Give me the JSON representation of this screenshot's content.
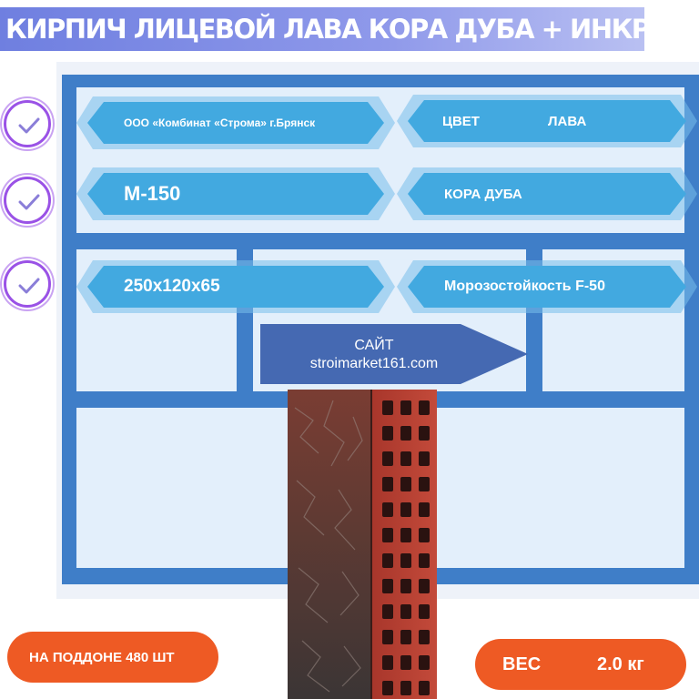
{
  "title": "КИРПИЧ ЛИЦЕВОЙ ЛАВА КОРА ДУБА + ИНКРУСТАЦИЯ",
  "labels": {
    "manufacturer": "ООО «Комбинат «Строма» г.Брянск",
    "color_label": "ЦВЕТ",
    "color_value": "ЛАВА",
    "grade": "М-150",
    "texture": "КОРА ДУБА",
    "size": "250х120х65",
    "frost": "Морозостойкость  F-50"
  },
  "site": {
    "label": "САЙТ",
    "url": "stroimarket161.com"
  },
  "badges": {
    "pallet": "НА ПОДДОНЕ 480 ШТ",
    "weight_label": "ВЕС",
    "weight_value": "2.0 кг"
  },
  "icons": {
    "check": "check-circle-icon",
    "arrow": "arrow-right-shape",
    "brick": "brick-image"
  },
  "colors": {
    "frame_blue": "#3f7ec8",
    "hex_blue": "#42a9e0",
    "title_purple": "#6f7fe0",
    "accent_orange": "#ee5a24",
    "check_purple": "#9a52e6"
  }
}
